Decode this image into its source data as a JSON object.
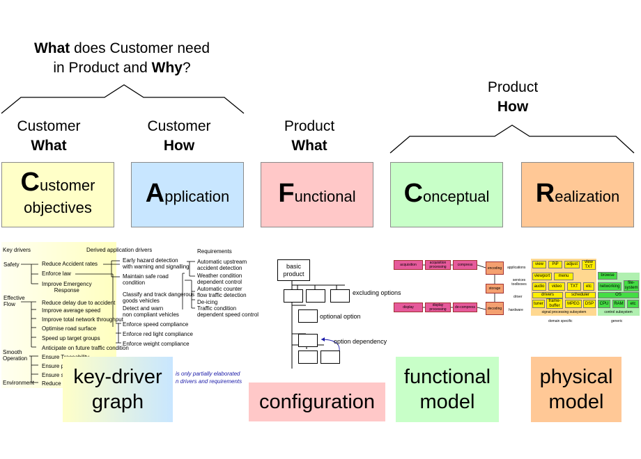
{
  "top_question": {
    "w1": "What",
    "rest1": " does Customer need",
    "l2a": "in Product and ",
    "w2": "Why",
    "l2b": "?"
  },
  "headers": {
    "customer_what": {
      "line1": "Customer",
      "line2": "What"
    },
    "customer_how": {
      "line1": "Customer",
      "line2": "How"
    },
    "product_what": {
      "line1": "Product",
      "line2": "What"
    },
    "product_how": {
      "line1": "Product",
      "line2": "How"
    }
  },
  "boxes": {
    "customer": {
      "initial": "C",
      "rest": "ustomer",
      "line2": "objectives",
      "color": "#ffffc8"
    },
    "application": {
      "initial": "A",
      "rest": "pplication",
      "color": "#c8e6ff"
    },
    "functional": {
      "initial": "F",
      "rest": "unctional",
      "color": "#ffc8c8"
    },
    "conceptual": {
      "initial": "C",
      "rest": "onceptual",
      "color": "#c8ffc8"
    },
    "realization": {
      "initial": "R",
      "rest": "ealization",
      "color": "#ffc896"
    }
  },
  "labels": {
    "key_driver": {
      "line1": "key-driver",
      "line2": "graph"
    },
    "configuration": "configuration",
    "functional_model": {
      "line1": "functional",
      "line2": "model"
    },
    "physical_model": {
      "line1": "physical",
      "line2": "model"
    }
  },
  "kdg": {
    "col_key_drivers": "Key drivers",
    "col_derived": "Derived application drivers",
    "col_requirements": "Requirements",
    "kd_safety": "Safety",
    "kd_effective_l1": "Effective",
    "kd_effective_l2": "Flow",
    "kd_smooth_l1": "Smooth",
    "kd_smooth_l2": "Operation",
    "kd_environment": "Environment",
    "d1": "Reduce Accident rates",
    "d2": "Enforce law",
    "d3a": "Improve Emergency",
    "d3b": "Response",
    "d4": "Reduce delay due to accident",
    "d5": "Improve average speed",
    "d6": "Improve total network throughput",
    "d7": "Optimise road surface",
    "d8": "Speed up target groups",
    "d9": "Anticipate on future traffic condition",
    "d10": "Ensure Traceability",
    "d11": "Ensure pr",
    "d12": "Ensure sy",
    "d13": "Reduce e",
    "a1a": "Early hazard detection",
    "a1b": "with warning and signalling",
    "a2a": "Maintain safe road",
    "a2b": "condition",
    "a3a": "Classify and track dangerous",
    "a3b": "goods vehicles",
    "a4a": "Detect and warn",
    "a4b": "non compliant vehicles",
    "a5": "Enforce speed compliance",
    "a6": "Enforce red light compliance",
    "a7": "Enforce weight compliance",
    "r1a": "Automatic upstream",
    "r1b": "accident detection",
    "r2a": "Weather condition",
    "r2b": "dependent control",
    "r3a": "Automatic counter",
    "r3b": "flow traffic detection",
    "r4": "De-icing",
    "r5a": "Traffic condition",
    "r5b": "dependent speed control",
    "note1": "is only partially elaborated",
    "note2": "n drivers and requirements"
  },
  "config": {
    "basic_l1": "basic",
    "basic_l2": "product",
    "excluding": "excluding options",
    "optional": "optional option",
    "dependency": "option dependency"
  },
  "fm": {
    "b1": "acquisition",
    "b2": "acquisition processing",
    "b3": "compress",
    "b4": "encoding",
    "b5": "storage",
    "b6": "display",
    "b7": "display processing",
    "b8": "de-compress",
    "b9": "decoding"
  },
  "pm": {
    "lay_apps": "applications",
    "lay_services": "services toolboxes",
    "lay_driver": "driver",
    "lay_hw": "hardware",
    "view": "view",
    "pip": "PiP",
    "adjust": "adjust",
    "viewtxt": "view TXT",
    "browse": "browse",
    "viewport": "viewport",
    "menu": "menu",
    "audio": "audio",
    "video": "video",
    "txt": "TXT",
    "etc1": "etc",
    "networking": "networking",
    "filesystem": "file-system",
    "drivers": "drivers",
    "scheduler": "scheduler",
    "os": "OS",
    "tuner": "tuner",
    "framebuffer": "frame-buffer",
    "mpeg": "MPEG",
    "dsp": "DSP",
    "cpu": "CPU",
    "ram": "RAM",
    "etc2": "etc",
    "sps": "signal processing subsystem",
    "cs": "control subsystem",
    "domain": "domain specific",
    "generic": "generic"
  }
}
